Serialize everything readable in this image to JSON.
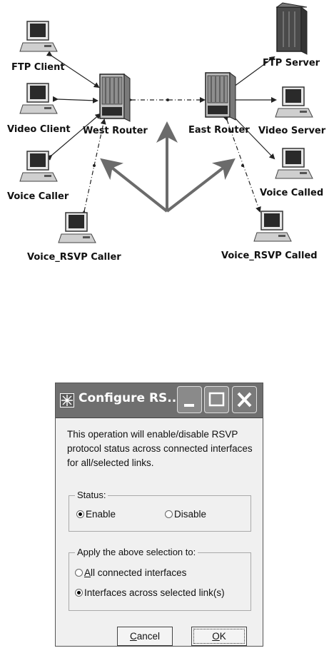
{
  "diagram": {
    "nodes": {
      "ftp_client": "FTP Client",
      "video_client": "Video Client",
      "voice_caller": "Voice Caller",
      "voice_rsvp_caller": "Voice_RSVP Caller",
      "west_router": "West Router",
      "east_router": "East Router",
      "ftp_server": "FTP Server",
      "video_server": "Video Server",
      "voice_called": "Voice Called",
      "voice_rsvp_called": "Voice_RSVP Called"
    }
  },
  "dialog": {
    "title": "Configure RS...",
    "message": "This operation will enable/disable RSVP protocol status across connected interfaces for all/selected links.",
    "status_legend": "Status:",
    "enable_label": "Enable",
    "disable_label": "Disable",
    "status_selected": "Enable",
    "apply_legend": "Apply the above selection to:",
    "all_connected_first": "A",
    "all_connected_rest": "ll connected interfaces",
    "selected_links_label": "Interfaces across selected link(s)",
    "apply_selected": "Interfaces across selected link(s)",
    "cancel_first": "C",
    "cancel_rest": "ancel",
    "ok_first": "O",
    "ok_rest": "K"
  },
  "colors": {
    "titlebar": "#6f6f6f",
    "dialog_bg": "#f0f0f0"
  }
}
